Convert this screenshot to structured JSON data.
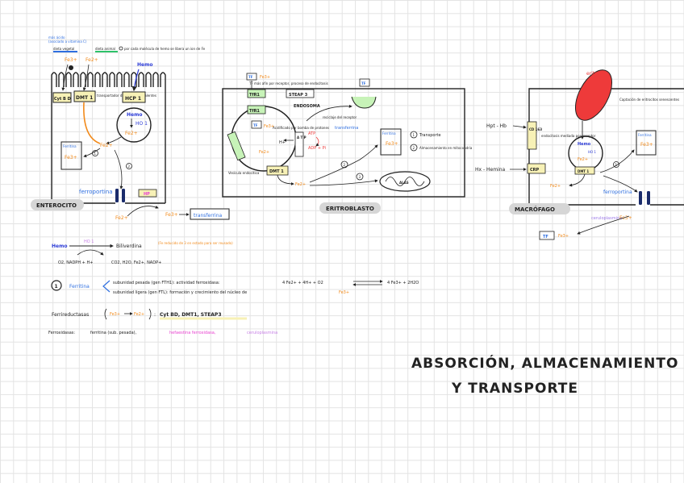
{
  "colors": {
    "heme": "#2b3bd6",
    "iron": "#f28a1a",
    "transferrin": "#2f6fe0",
    "hephaestin": "#e83fd0",
    "ceruloplasmin": "#c77fe6",
    "box_yellow": "#f7f1b6",
    "box_green": "#c7f3b8",
    "erythrocyte": "#ee3a3a",
    "ceruloplasmin_purple": "#9d7ae8",
    "channel": "#1a2b6b"
  },
  "title": {
    "line1": "ABSORCIÓN, ALMACENAMIENTO",
    "line2": "Y TRANSPORTE"
  },
  "enterocyte": {
    "label": "ENTEROCITO",
    "apical_note_1": "más ácido",
    "apical_note_2": "(asociado a vitamina C)",
    "apical_note_3": "dieta vegetal",
    "apical_note_4": "dieta animal",
    "fe3": "Fe3+",
    "fe2": "Fe2+",
    "heme_label": "Hemo",
    "cytb": "Cyt B D",
    "dmt1": "DMT 1",
    "hcp1": "HCP 1",
    "dmt_note": "transportador de cationes divalentes",
    "ho1": "HO 1",
    "ferritin": "Ferritina",
    "num1": "1",
    "num2": "2",
    "ferroportin": "ferroportina",
    "hp": "HP",
    "fe3_out": "Fe3+",
    "fe2_out": "Fe2+",
    "transferrin": "transferrina"
  },
  "top_note": "por cada molécula de hemo se libera un ion de Fe",
  "erythroblast": {
    "label": "ERITROBLASTO",
    "tf_top": "TF",
    "fe_top": "Fe3+",
    "tf_note": "TF más afín por receptor, proceso de endocitosis",
    "tfr1": "TfR1",
    "steap3": "STEAP 3",
    "endosome": "ENDOSOMA",
    "tf_right": "TF",
    "tf_in": "TF",
    "fe_in": "Fe3+",
    "fe_in2": "Fe2+",
    "h_plus": "H+",
    "atp_v": "A T P",
    "atp": "ATP",
    "adp": "ADP + Pi",
    "acid_note": "Acidificado por bomba de protones",
    "vesicle": "Vesícula endocítica",
    "dmt1": "DMT 1",
    "fe_out": "Fe2+",
    "release_note": "reciclaje del receptor",
    "transferrin_note": "transferrina",
    "ferritin": "Ferritina",
    "fe_ferritin": "Fe3+",
    "legend1": "Transporte",
    "legend2": "Almacenamiento en mitocondria",
    "num1": "1",
    "num2": "2",
    "num3": "3",
    "mito": "ALAS"
  },
  "macrophage": {
    "label": "MACRÓFAGO",
    "erythrocyte": "eritrocito",
    "erythrocyte_note": "Captación de eritrocitos senescentes",
    "hpt_hb": "Hpt - Hb",
    "hx_heme": "Hx - Hemina",
    "cd163": "CD 163",
    "crp": "CRP",
    "heme": "Hemo",
    "ho1": "HO 1",
    "fe": "Fe2+",
    "dmt1": "DMT 1",
    "mediator_note": "endocitosis mediada por receptor",
    "ferritin": "Ferritina",
    "fe_ferritin": "Fe3+",
    "num1": "1",
    "ferroportin": "ferroportina",
    "ceruloplasmin": "ceruloplasmina",
    "fe3": "Fe3+",
    "tf": "TF",
    "fe_tf": "Fe3+"
  },
  "reaction": {
    "heme": "Hemo",
    "enzyme": "HO 1",
    "product": "Biliverdina",
    "product_note": "(Fe reducido de 3 en estado para ser reusado)",
    "reactants": "O2, NADPH + H+",
    "products": "CO2, H2O, Fe2+, NADP+"
  },
  "ferritin_info": {
    "num": "1",
    "name": "Ferritina",
    "line1": "subunidad pesada (gen FTH1): actividad ferroxidasa:",
    "eq_left": "4 Fe2+ + 4H+ + O2",
    "eq_right": "4 Fe3+ + 2H2O",
    "line2": "subunidad ligera (gen FTL): formación y crecimiento del núcleo de",
    "line2_fe": "Fe3+"
  },
  "ferrireductases": {
    "label": "Ferrireductasas",
    "fe3": "Fe3+",
    "fe2": "Fe2+",
    "list": "Cyt BD, DMT1, STEAP3"
  },
  "ferroxidases": {
    "label": "Ferroxidasas:",
    "item1": "ferritina (sub. pesada),",
    "item2": "hefaestina ferroxidasa,",
    "item3": "ceruloplasmina"
  }
}
